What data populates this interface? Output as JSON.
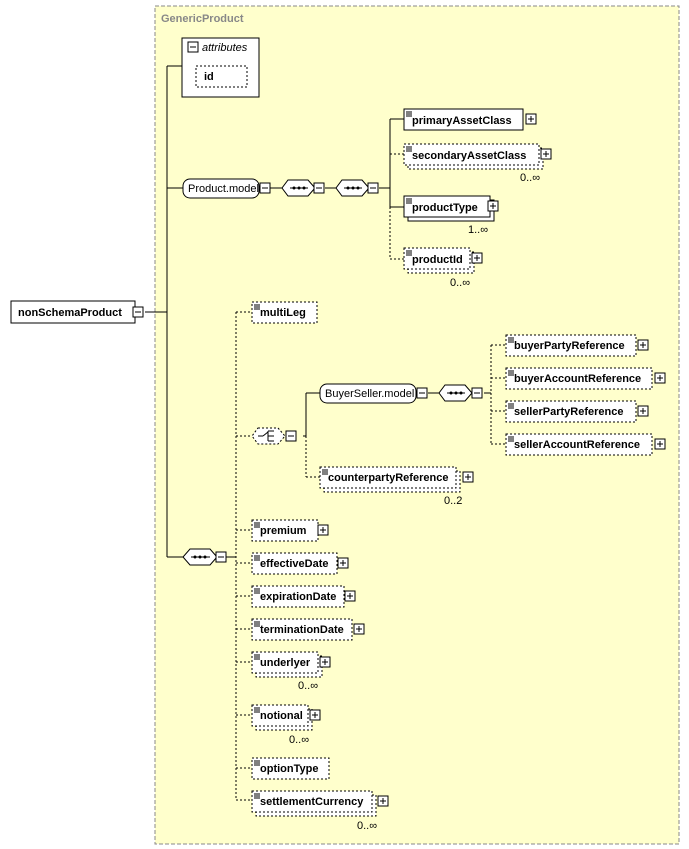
{
  "diagram": {
    "root": "nonSchemaProduct",
    "type_name": "GenericProduct",
    "attributes": {
      "label": "attributes",
      "items": [
        "id"
      ]
    },
    "product_model": {
      "label": "Product.model",
      "elements": {
        "primaryAssetClass": "primaryAssetClass",
        "secondaryAssetClass": "secondaryAssetClass",
        "secondaryAssetClass_occ": "0..∞",
        "productType": "productType",
        "productType_occ": "1..∞",
        "productId": "productId",
        "productId_occ": "0..∞"
      }
    },
    "multiLeg": "multiLeg",
    "buyer_seller_model": {
      "label": "BuyerSeller.model",
      "elements": [
        "buyerPartyReference",
        "buyerAccountReference",
        "sellerPartyReference",
        "sellerAccountReference"
      ]
    },
    "counterpartyReference": "counterpartyReference",
    "counterpartyReference_occ": "0..2",
    "sequence_elements": {
      "premium": "premium",
      "effectiveDate": "effectiveDate",
      "expirationDate": "expirationDate",
      "terminationDate": "terminationDate",
      "underlyer": "underlyer",
      "underlyer_occ": "0..∞",
      "notional": "notional",
      "notional_occ": "0..∞",
      "optionType": "optionType",
      "settlementCurrency": "settlementCurrency",
      "settlementCurrency_occ": "0..∞"
    },
    "colors": {
      "type_bg": "#ffffcc",
      "element_bg": "#ffffff",
      "stroke": "#000000",
      "title": "#888888"
    }
  }
}
